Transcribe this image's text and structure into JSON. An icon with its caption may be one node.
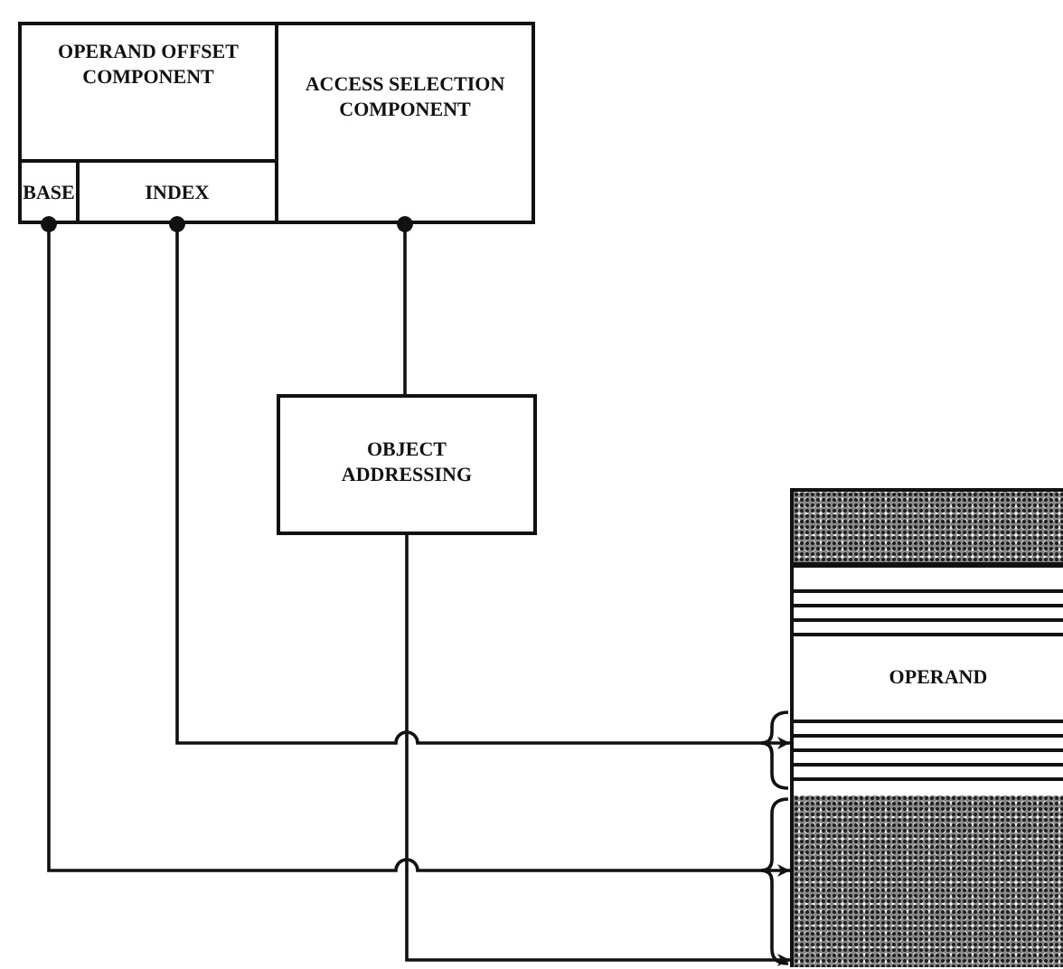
{
  "diagram": {
    "nodes": [
      {
        "text": [
          "OPERAND OFFSET COMPONENT"
        ]
      },
      {
        "text": [
          "BASE"
        ],
        "in": 0
      },
      {
        "text": [
          "INDEX"
        ],
        "in": 0
      },
      {
        "text": [
          "ACCESS SELECTION COMPONENT"
        ]
      },
      {
        "text": [
          "OBJECT ADDRESSING"
        ]
      },
      {
        "text": [],
        "shape": "box"
      },
      {
        "text": [],
        "shape": "box",
        "in": 5
      },
      {
        "text": [],
        "shape": "box",
        "in": 5
      },
      {
        "text": [
          "OPERAND"
        ],
        "in": 5
      },
      {
        "text": [],
        "shape": "box",
        "in": 5
      },
      {
        "text": [],
        "shape": "box",
        "in": 5
      }
    ],
    "edges": [
      {
        "from": 2,
        "to": 9,
        "arrow": "to"
      },
      {
        "from": 1,
        "to": 10,
        "arrow": "to"
      },
      {
        "from": 3,
        "to": 4,
        "arrow": "other"
      },
      {
        "from": 4,
        "to": 5,
        "arrow": "to"
      }
    ]
  }
}
